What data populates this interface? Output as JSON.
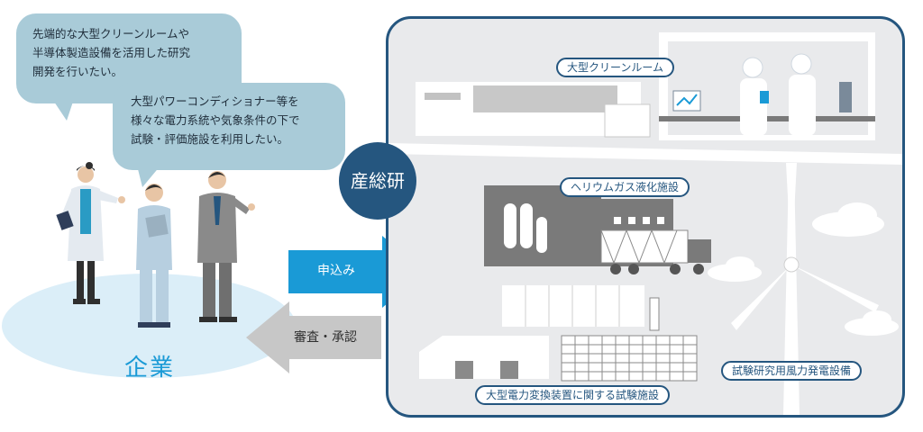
{
  "bubbles": {
    "left": {
      "lines": [
        "先端的な大型クリーンルームや",
        "半導体製造設備を活用した研究",
        "開発を行いたい。"
      ]
    },
    "right": {
      "lines": [
        "大型パワーコンディショナー等を",
        "様々な電力系統や気象条件の下で",
        "試験・評価施設を利用したい。"
      ]
    }
  },
  "company": {
    "label": "企業"
  },
  "aist": {
    "label": "産総研"
  },
  "arrows": {
    "apply": {
      "label": "申込み"
    },
    "review": {
      "label": "審査・承認"
    }
  },
  "facilities": {
    "clean_room": {
      "label": "大型クリーンルーム"
    },
    "helium": {
      "label": "ヘリウムガス液化施設"
    },
    "wind": {
      "label": "試験研究用風力発電設備"
    },
    "power_converter": {
      "label": "大型電力変換装置に関する試験施設"
    }
  },
  "colors": {
    "bubble": "#a9cbd8",
    "accent_blue": "#1a9ad6",
    "navy": "#25567f",
    "panel_bg": "#e9eaec",
    "gray_arrow": "#c7c7c7"
  }
}
